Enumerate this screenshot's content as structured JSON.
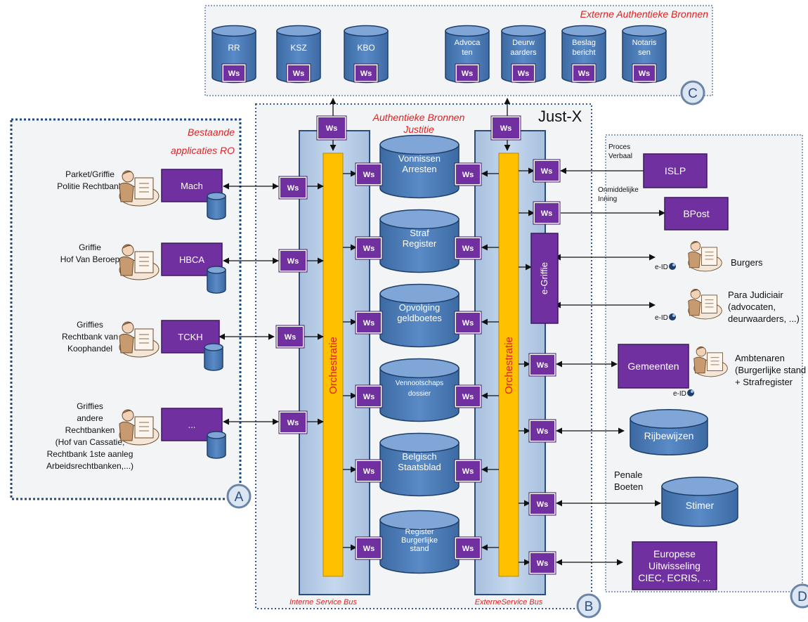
{
  "panels": {
    "external": {
      "title": "Externe Authentieke Bronnen",
      "badge": "C"
    },
    "justice": {
      "title_line1": "Authentieke Bronnen",
      "title_line2": "Justitie",
      "brand": "Just-X",
      "badge": "B"
    },
    "existing": {
      "title_line1": "Bestaande",
      "title_line2": "applicaties RO",
      "badge": "A"
    },
    "outside": {
      "badge": "D"
    }
  },
  "ws_label": "Ws",
  "external_sources": [
    {
      "lines": [
        "RR"
      ]
    },
    {
      "lines": [
        "KSZ"
      ]
    },
    {
      "lines": [
        "KBO"
      ]
    },
    {
      "lines": [
        "Advoca",
        "ten"
      ]
    },
    {
      "lines": [
        "Deurw",
        "aarders"
      ]
    },
    {
      "lines": [
        "Beslag",
        "bericht"
      ]
    },
    {
      "lines": [
        "Notaris",
        "sen"
      ]
    }
  ],
  "buses": {
    "internal": {
      "label": "Interne Service Bus",
      "orchestration": "Orchestratie"
    },
    "external": {
      "label": "ExterneService  Bus",
      "orchestration": "Orchestratie"
    }
  },
  "justice_sources": [
    {
      "lines": [
        "Vonnissen",
        "Arresten"
      ]
    },
    {
      "lines": [
        "Straf",
        "Register"
      ]
    },
    {
      "lines": [
        "Opvolging",
        "geldboetes"
      ]
    },
    {
      "lines": [
        "Vennootschaps",
        "dossier"
      ]
    },
    {
      "lines": [
        "Belgisch",
        "Staatsblad"
      ]
    },
    {
      "lines": [
        "Register",
        "Burgerlijke",
        "stand"
      ]
    }
  ],
  "existing_apps": [
    {
      "actor_lines": [
        "Parket/Griffie",
        "Politie Rechtbank"
      ],
      "app": "Mach"
    },
    {
      "actor_lines": [
        "Griffie",
        "Hof Van Beroep"
      ],
      "app": "HBCA"
    },
    {
      "actor_lines": [
        "Griffies",
        "Rechtbank van",
        "Koophandel"
      ],
      "app": "TCKH"
    },
    {
      "actor_lines": [
        "Griffies",
        "andere",
        "Rechtbanken",
        "(Hof van Cassatie,",
        "Rechtbank 1ste aanleg",
        "Arbeidsrechtbanken,...)"
      ],
      "app": "..."
    }
  ],
  "egriffie": "e-Griffie",
  "external_parties": {
    "islp": {
      "box": "ISLP",
      "note_lines": [
        "Proces",
        "Verbaal"
      ]
    },
    "bpost": {
      "box": "BPost",
      "note_lines": [
        "Onmiddelijke",
        "Inning"
      ]
    },
    "burgers": {
      "label": "Burgers",
      "eid": "e-ID"
    },
    "para": {
      "label_lines": [
        "Para Judiciair",
        "(advocaten,",
        "deurwaarders, ...)"
      ],
      "eid": "e-ID"
    },
    "gemeenten": {
      "box": "Gemeenten",
      "eid": "e-ID",
      "label_lines": [
        "Ambtenaren",
        "(Burgerlijke stand",
        "+ Strafregister"
      ]
    },
    "rijbewijzen": {
      "db": "Rijbewijzen"
    },
    "stimer": {
      "db": "Stimer",
      "note_lines": [
        "Penale",
        "Boeten"
      ]
    },
    "europe": {
      "box_lines": [
        "Europese",
        "Uitwisseling",
        "CIEC, ECRIS, ..."
      ]
    }
  },
  "colors": {
    "purple": "#7030a0",
    "db_blue": "#4f81bd",
    "bus_blue": "#b9cde5",
    "orange": "#ffc000",
    "red_text": "#e02020",
    "badge_fill": "#dce6f2"
  }
}
